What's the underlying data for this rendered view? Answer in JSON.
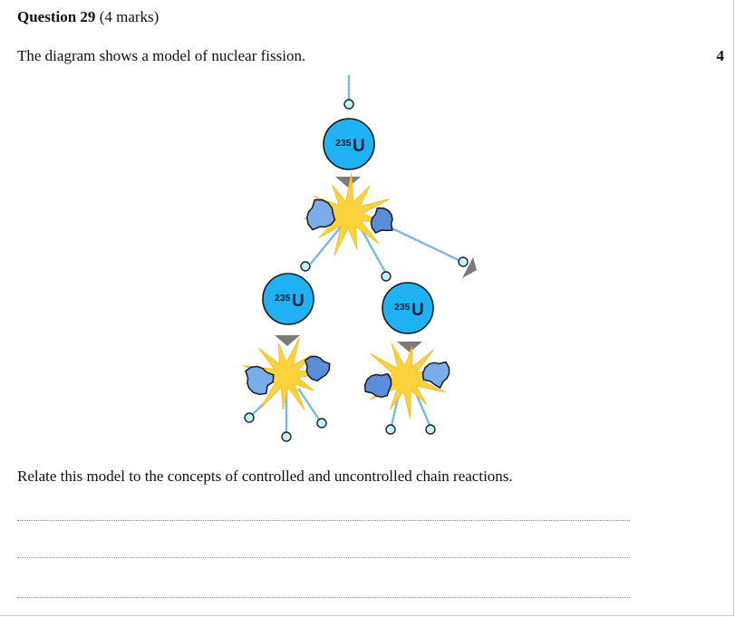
{
  "question": {
    "title": "Question 29",
    "marks_text": "(4 marks)",
    "intro": "The diagram shows a model of nuclear fission.",
    "margin_marks": "4",
    "prompt": "Relate this model to the concepts of controlled and uncontrolled chain reactions."
  },
  "diagram": {
    "nucleus_mass_number": "235",
    "nucleus_symbol": "U",
    "colors": {
      "nucleus_fill": "#1fb1f2",
      "neutron_fill": "#c3f0fb",
      "fragment_fill": "#7aaeea",
      "fragment_fill_dark": "#5b8ed8",
      "flash_fill": "#fdd23d",
      "arrow_fill": "#7a7a7a",
      "neutron_path": "#79b9e8"
    }
  },
  "answer_lines": 3
}
